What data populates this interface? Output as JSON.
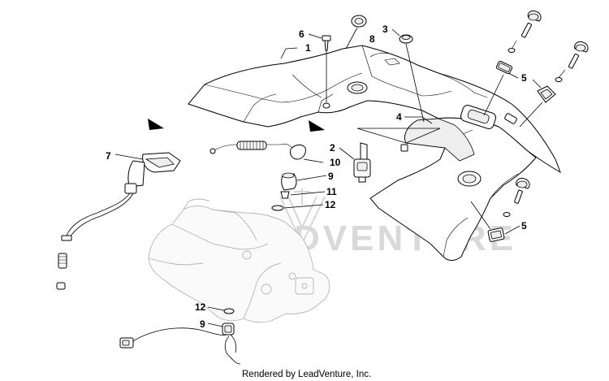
{
  "callouts": [
    {
      "id": "c1a",
      "text": "1"
    },
    {
      "id": "c6",
      "text": "6"
    },
    {
      "id": "c3",
      "text": "3"
    },
    {
      "id": "c8",
      "text": "8"
    },
    {
      "id": "c5a",
      "text": "5"
    },
    {
      "id": "c4",
      "text": "4"
    },
    {
      "id": "c7",
      "text": "7"
    },
    {
      "id": "c2",
      "text": "2"
    },
    {
      "id": "c10",
      "text": "10"
    },
    {
      "id": "c9a",
      "text": "9"
    },
    {
      "id": "c11",
      "text": "11"
    },
    {
      "id": "c12a",
      "text": "12"
    },
    {
      "id": "c5b",
      "text": "5"
    },
    {
      "id": "c12b",
      "text": "12"
    },
    {
      "id": "c9b",
      "text": "9"
    }
  ],
  "watermark": {
    "text": "LEADVENTURE"
  },
  "credit": {
    "text": "Rendered by LeadVenture, Inc."
  }
}
